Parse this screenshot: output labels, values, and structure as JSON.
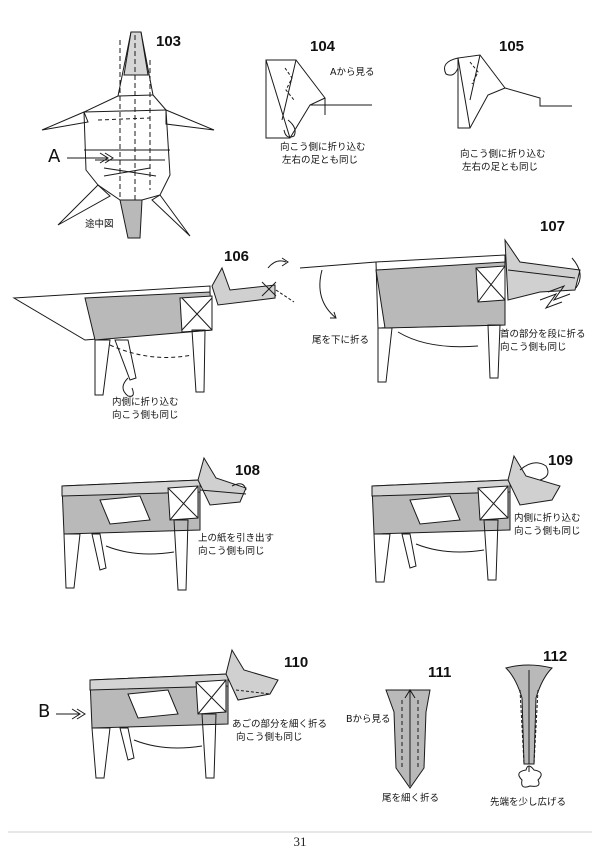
{
  "steps": [
    {
      "number": "103",
      "caption": "途中図"
    },
    {
      "number": "104",
      "caption_line1": "向こう側に折り込む",
      "caption_line2": "左右の足とも同じ",
      "note": "Aから見る"
    },
    {
      "number": "105",
      "caption_line1": "向こう側に折り込む",
      "caption_line2": "左右の足とも同じ"
    },
    {
      "number": "106",
      "caption_line1": "内側に折り込む",
      "caption_line2": "向こう側も同じ"
    },
    {
      "number": "107",
      "caption_left": "尾を下に折る",
      "caption_line1": "首の部分を段に折る",
      "caption_line2": "向こう側も同じ"
    },
    {
      "number": "108",
      "caption_line1": "上の紙を引き出す",
      "caption_line2": "向こう側も同じ"
    },
    {
      "number": "109",
      "caption_line1": "内側に折り込む",
      "caption_line2": "向こう側も同じ"
    },
    {
      "number": "110",
      "caption_line1": "あごの部分を細く折る",
      "caption_line2": "向こう側も同じ"
    },
    {
      "number": "111",
      "caption_top": "Bから見る",
      "caption_bottom": "尾を細く折る"
    },
    {
      "number": "112",
      "caption_bottom": "先端を少し広げる"
    }
  ],
  "view_markers": {
    "a": "A",
    "b": "B"
  },
  "page_number": "31",
  "colors": {
    "paper_shade": "#b9b9b9",
    "line": "#1a1a1a"
  }
}
